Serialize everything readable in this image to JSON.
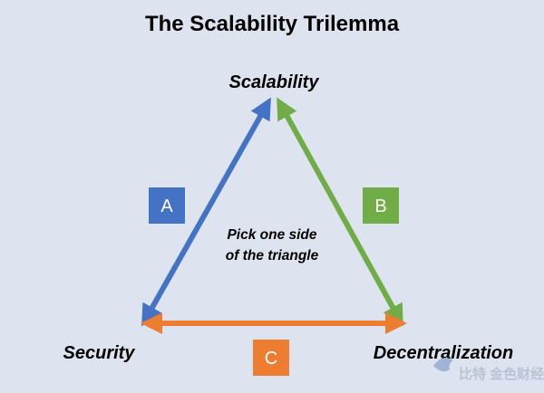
{
  "title": "The Scalability Trilemma",
  "vertices": {
    "top": "Scalability",
    "left": "Security",
    "right": "Decentralization"
  },
  "center_text": [
    "Pick one side",
    "of the triangle"
  ],
  "sides": [
    {
      "label": "A",
      "color": "#4472c4",
      "from": "top",
      "to": "left"
    },
    {
      "label": "B",
      "color": "#70ad47",
      "from": "top",
      "to": "right"
    },
    {
      "label": "C",
      "color": "#ed7d31",
      "from": "left",
      "to": "right"
    }
  ],
  "watermark": "比特 金色财经"
}
